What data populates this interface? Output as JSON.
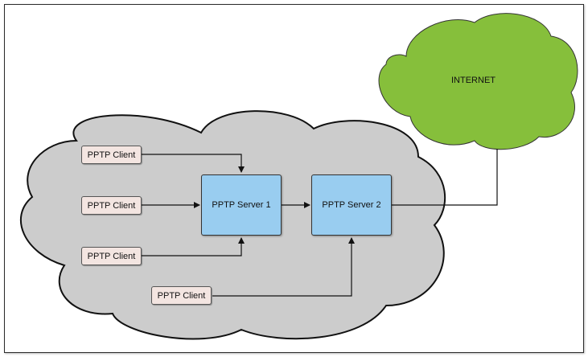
{
  "diagram": {
    "internet_label": "INTERNET",
    "server1_label": "PPTP Server 1",
    "server2_label": "PPTP Server 2",
    "clients": [
      "PPTP Client",
      "PPTP Client",
      "PPTP Client",
      "PPTP Client"
    ],
    "colors": {
      "local_cloud": "#cccccc",
      "internet_cloud": "#86bf3b",
      "server": "#99cdf0",
      "client": "#f3e5e1",
      "line": "#111111"
    }
  }
}
